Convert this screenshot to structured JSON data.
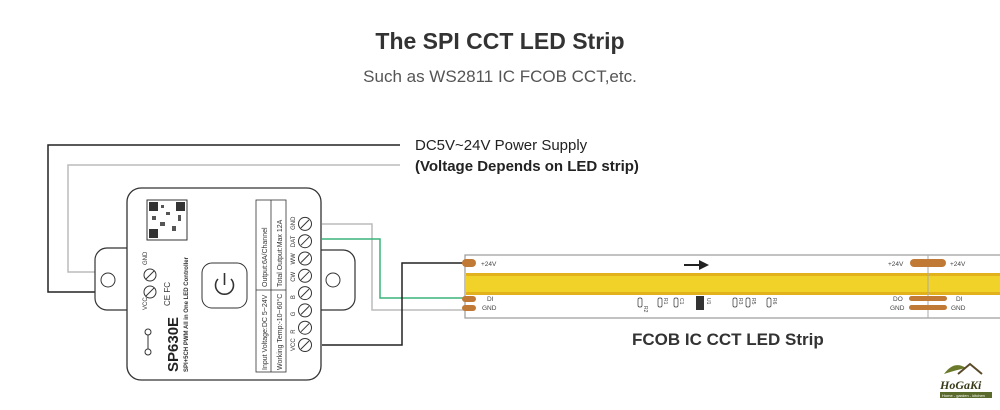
{
  "header": {
    "title": "The SPI CCT LED Strip",
    "subtitle": "Such as WS2811 IC FCOB CCT,etc."
  },
  "power_supply": {
    "line1": "DC5V~24V Power Supply",
    "line2": "(Voltage Depends on LED strip)"
  },
  "controller": {
    "model": "SP630E",
    "description": "SPI+5CH PWM All in One LED Controller",
    "power_terminals": [
      "VCC",
      "GND"
    ],
    "output_terminals": [
      "VCC",
      "R",
      "G",
      "B",
      "CW",
      "WW",
      "DAT",
      "GND"
    ],
    "spec_input": "Input Voltage:DC 5~24V",
    "spec_temp": "Working Temp:-10~60°C",
    "spec_output": "Output:6A/Channel",
    "spec_total": "Total Output:Max 12A",
    "certs": "CE FC"
  },
  "strip": {
    "label": "FCOB IC CCT LED Strip",
    "pads_left": [
      "+24V",
      "DI",
      "GND"
    ],
    "pads_right_out": [
      "+24V",
      "DO",
      "GND"
    ],
    "pads_right_in": [
      "+24V",
      "DI",
      "GND"
    ],
    "components": [
      "R2",
      "R1",
      "C1",
      "U1",
      "R3",
      "R5",
      "R6"
    ],
    "colors": {
      "band": "#f0d228",
      "pad": "#c07a36"
    }
  },
  "wire_colors": {
    "power": "#222222",
    "ground": "#bbbbbb",
    "data": "#3cb37a"
  },
  "logo": {
    "brand": "HoGaKi",
    "tagline": "Home - garden - kitchen"
  }
}
